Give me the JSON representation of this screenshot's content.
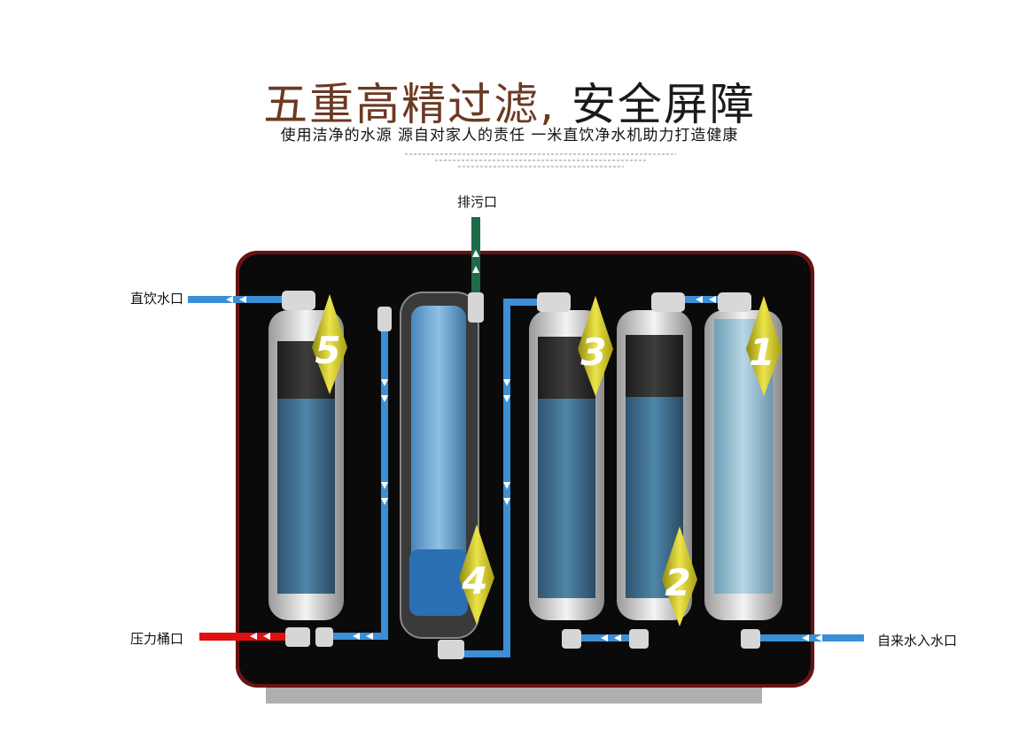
{
  "header": {
    "title_part1": "五重高精过滤,",
    "title_part2": "安全屏障",
    "subtitle": "使用洁净的水源  源自对家人的责任 一米直饮净水机助力打造健康"
  },
  "labels": {
    "drain": "排污口",
    "direct_drink": "直饮水口",
    "pressure_tank": "压力桶口",
    "tap_inlet": "自来水入水口"
  },
  "stages": [
    "1",
    "2",
    "3",
    "4",
    "5"
  ],
  "colors": {
    "cold_pipe": "#3b8fd6",
    "hot_pipe": "#e01010",
    "drain_pipe": "#1c6b4a",
    "badge": "#c9c21a",
    "cabinet": "#0a0a0a",
    "cabinet_rim": "#8a1818"
  }
}
